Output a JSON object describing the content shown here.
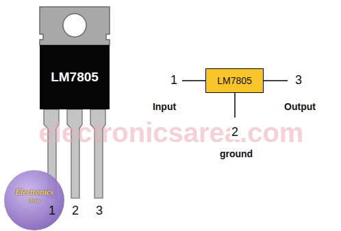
{
  "diagram": {
    "nodes": [
      {
        "text": [
          "LM7805"
        ]
      },
      {
        "text": [
          "LM7805"
        ]
      },
      {
        "text": [
          "Electronics",
          "Area"
        ]
      }
    ],
    "labels": [
      "electronicsarea.com",
      "1",
      "Input",
      "3",
      "Output",
      "2",
      "ground",
      "1",
      "2",
      "3"
    ]
  }
}
